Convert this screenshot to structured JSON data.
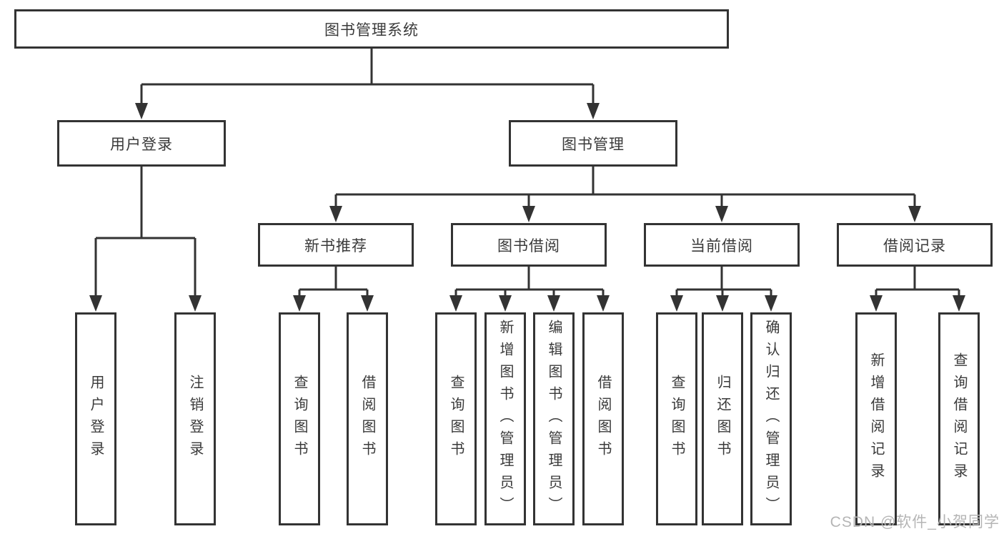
{
  "tree": {
    "root": {
      "label": "图书管理系统"
    },
    "level1": [
      {
        "label": "用户登录"
      },
      {
        "label": "图书管理"
      }
    ],
    "level2": [
      {
        "label": "新书推荐"
      },
      {
        "label": "图书借阅"
      },
      {
        "label": "当前借阅"
      },
      {
        "label": "借阅记录"
      }
    ],
    "leaves": {
      "user_login": [
        {
          "label": "用户登录"
        },
        {
          "label": "注销登录"
        }
      ],
      "new_book": [
        {
          "label": "查询图书"
        },
        {
          "label": "借阅图书"
        }
      ],
      "book_borrow": [
        {
          "label": "查询图书"
        },
        {
          "label": "新增图书（管理员）"
        },
        {
          "label": "编辑图书（管理员）"
        },
        {
          "label": "借阅图书"
        }
      ],
      "current_borrow": [
        {
          "label": "查询图书"
        },
        {
          "label": "归还图书"
        },
        {
          "label": "确认归还（管理员）"
        }
      ],
      "borrow_record": [
        {
          "label": "新增借阅记录"
        },
        {
          "label": "查询借阅记录"
        }
      ]
    }
  },
  "watermark": {
    "text": "CSDN @软件_小贺同学"
  },
  "colors": {
    "line": "#333333",
    "text": "#3a3a3a",
    "watermark": "#b5b5b5",
    "background": "#ffffff"
  }
}
